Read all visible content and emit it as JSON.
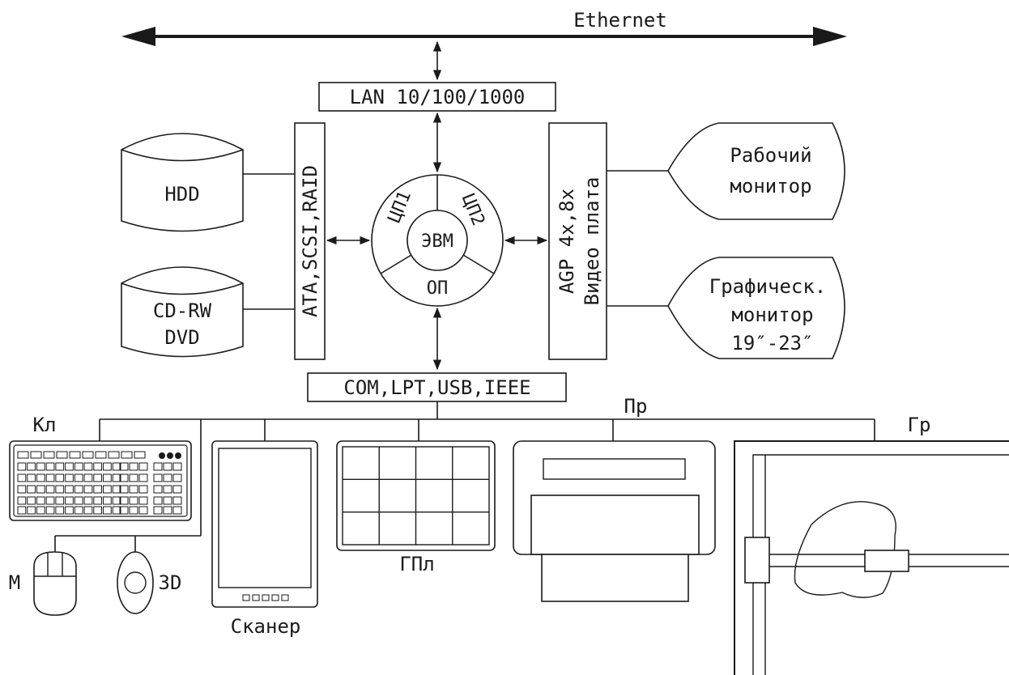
{
  "network": {
    "ethernet_label": "Ethernet"
  },
  "lan": {
    "label": "LAN 10/100/1000"
  },
  "storage_bus": {
    "label": "ATA,SCSI,RAID"
  },
  "video_bus": {
    "line1": "AGP 4x,8x",
    "line2": "Видео плата"
  },
  "computer": {
    "center": "ЭВМ",
    "cpu1": "ЦП1",
    "cpu2": "ЦП2",
    "memory": "ОП"
  },
  "drives": {
    "hdd": "HDD",
    "cd_line1": "CD-RW",
    "cd_line2": "DVD"
  },
  "monitors": {
    "work_line1": "Рабочий",
    "work_line2": "монитор",
    "graphic_line1": "Графическ.",
    "graphic_line2": "монитор",
    "graphic_line3": "19″-23″"
  },
  "ports": {
    "label": "COM,LPT,USB,IEEE"
  },
  "peripherals": {
    "keyboard": "Кл",
    "mouse": "М",
    "trackball": "3D",
    "scanner": "Сканер",
    "graphics_tablet": "ГПл",
    "printer": "Пр",
    "plotter": "Гр"
  }
}
